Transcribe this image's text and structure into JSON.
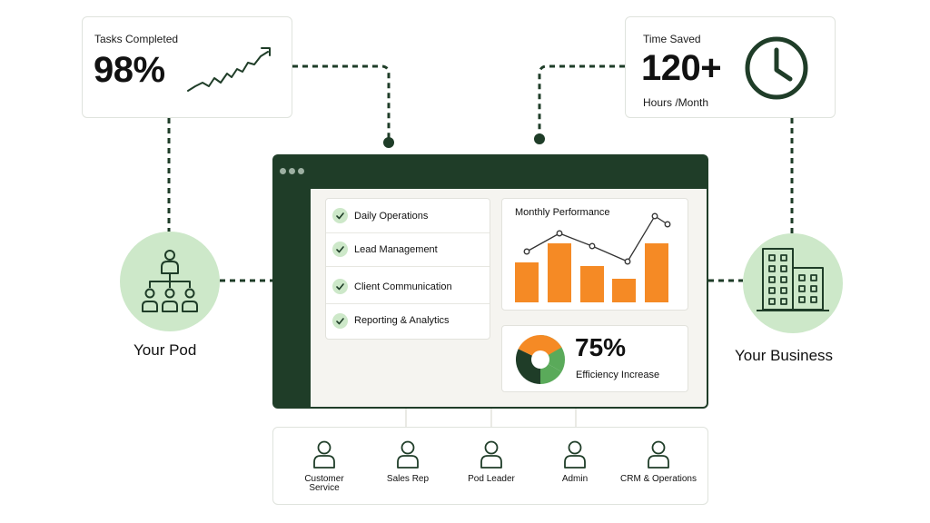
{
  "tasks_card": {
    "label": "Tasks Completed",
    "value": "98%"
  },
  "time_card": {
    "label": "Time Saved",
    "value": "120+",
    "unit": "Hours /Month"
  },
  "pod": {
    "label": "Your Pod"
  },
  "business": {
    "label": "Your Business"
  },
  "checklist": {
    "items": [
      {
        "label": "Daily Operations"
      },
      {
        "label": "Lead Management"
      },
      {
        "label": "Client Communication"
      },
      {
        "label": "Reporting & Analytics"
      }
    ]
  },
  "monthly_performance": {
    "title": "Monthly Performance"
  },
  "efficiency": {
    "value": "75%",
    "label": "Efficiency Increase"
  },
  "roles": {
    "items": [
      {
        "label": "Customer\nService"
      },
      {
        "label": "Sales Rep"
      },
      {
        "label": "Pod Leader"
      },
      {
        "label": "Admin"
      },
      {
        "label": "CRM & Operations"
      }
    ]
  },
  "colors": {
    "dark_green": "#1f3d28",
    "light_green": "#cde8c9",
    "orange": "#f58a25",
    "accent_green": "#5aaa5a"
  },
  "icons": {
    "trend": "trend-up-icon",
    "clock": "clock-icon",
    "pod": "org-chart-icon",
    "business": "buildings-icon",
    "check": "check-icon",
    "role": "person-icon"
  }
}
